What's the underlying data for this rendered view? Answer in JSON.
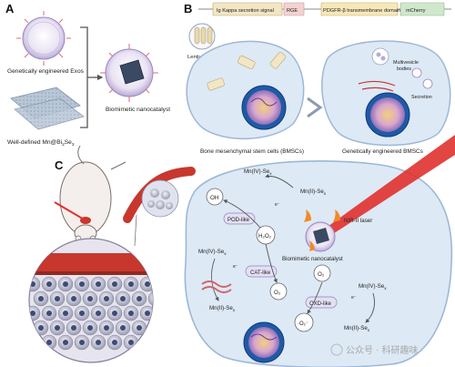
{
  "panels": {
    "a": "A",
    "b": "B",
    "c": "C"
  },
  "panel_a": {
    "exos_label": "Genetically engineered Exos",
    "mn_label_main": "Well-defined Mn@Bi",
    "mn_sub1": "2",
    "mn_mid": "Se",
    "mn_sub2": "3",
    "nanocatalyst_label": "Biomimetic nanocatalyst"
  },
  "panel_b": {
    "construct": [
      "Ig Kappa secretion signal",
      "RGE",
      "PDGFR-β transmembrane domain",
      "mCherry"
    ],
    "lentiviruses": "Lentiviruses",
    "multivesicle_line1": "Multivesicle",
    "multivesicle_line2": "bodies",
    "secretion": "Secretion",
    "bmsc_label": "Bone mesenchymal stem cells (BMSCs)",
    "engineered_label": "Genetically engineered BMSCs"
  },
  "panel_c": {
    "mn_iv_se_top": "Mn(IV)-Se",
    "mn_ii_se_top": "Mn(II)-Se",
    "x_sub": "x",
    "oh": "·OH",
    "pod": "POD-like",
    "h2o2": "H₂O₂",
    "nir": "NIR-II laser",
    "nanocatalyst": "Biomimetic nanocatalyst",
    "mn_iv_se_left": "Mn(IV)-Se",
    "cat": "CAT-like",
    "o2_center": "O₂",
    "o2_right": "O₂",
    "mn_ii_se_left": "Mn(II)-Se",
    "oxd": "OXD-like",
    "superoxide": "·O₂⁻",
    "mn_iv_se_right": "Mn(IV)-Se",
    "mn_ii_se_right": "Mn(II)-Se",
    "electron": "e⁻"
  },
  "watermark": "公众号 · 科研趣味",
  "colors": {
    "construct_1": "#f2e6c4",
    "construct_2": "#f4d2d2",
    "construct_3": "#f6e8b8",
    "construct_4": "#cfe8cc",
    "cell_fill": "#dde9f5",
    "cell_stroke": "#9db8d6",
    "laser": "#e0312e",
    "vessel": "#c8372d"
  }
}
